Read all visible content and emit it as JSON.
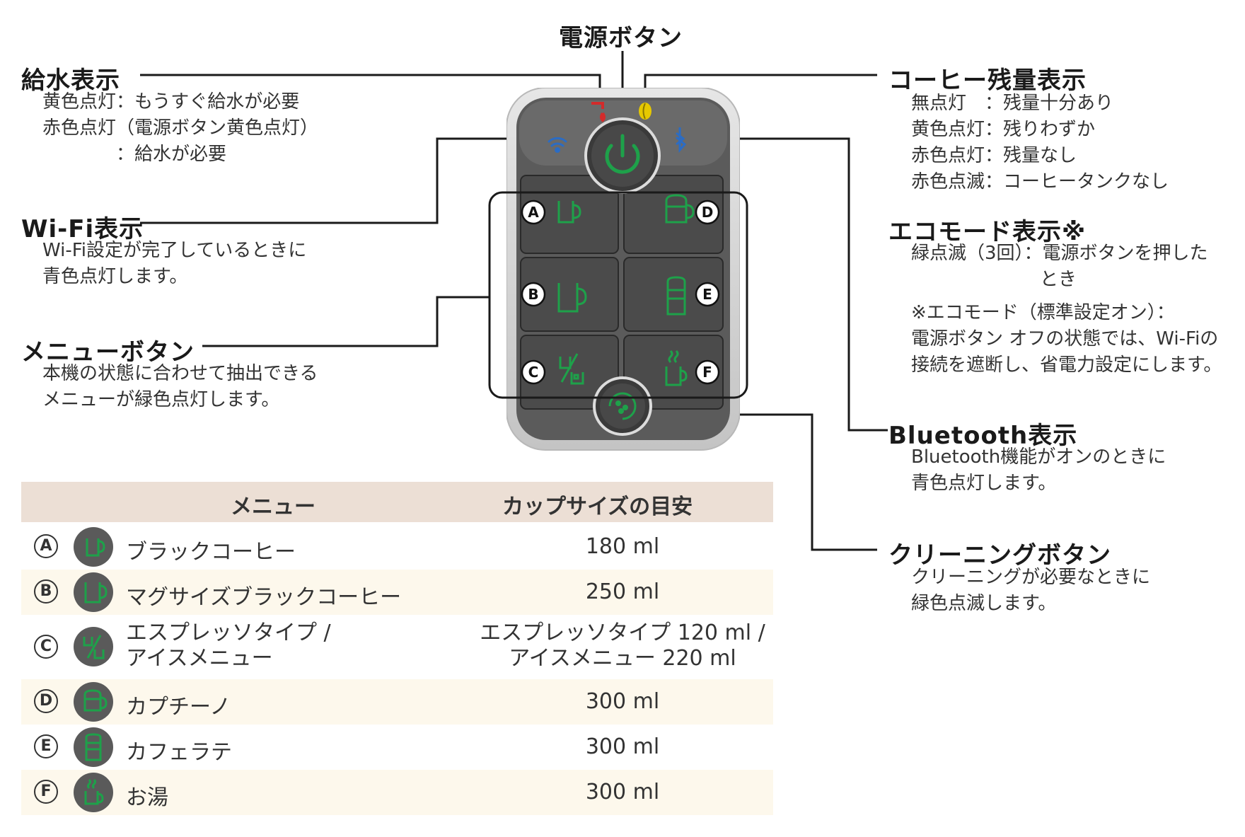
{
  "callouts": {
    "power": {
      "title": "電源ボタン"
    },
    "water": {
      "title": "給水表示",
      "lines": [
        "黄色点灯：もうすぐ給水が必要",
        "赤色点灯（電源ボタン黄色点灯）",
        "　　　　：給水が必要"
      ]
    },
    "wifi": {
      "title": "Wi-Fi表示",
      "lines": [
        "Wi-Fi設定が完了しているときに",
        "青色点灯します。"
      ]
    },
    "menu": {
      "title": "メニューボタン",
      "lines": [
        "本機の状態に合わせて抽出できる",
        "メニューが緑色点灯します。"
      ]
    },
    "coffee": {
      "title": "コーヒー残量表示",
      "lines": [
        "無点灯　：残量十分あり",
        "黄色点灯：残りわずか",
        "赤色点灯：残量なし",
        "赤色点滅：コーヒータンクなし"
      ]
    },
    "eco": {
      "title": "エコモード表示※",
      "lines": [
        "緑点滅（3回）：電源ボタンを押した",
        "　　　　　　　とき"
      ],
      "note": [
        "※エコモード（標準設定オン）：",
        "電源ボタン オフの状態では、Wi-Fiの",
        "接続を遮断し、省電力設定にします。"
      ]
    },
    "bluetooth": {
      "title": "Bluetooth表示",
      "lines": [
        "Bluetooth機能がオンのときに",
        "青色点灯します。"
      ]
    },
    "cleaning": {
      "title": "クリーニングボタン",
      "lines": [
        "クリーニングが必要なときに",
        "緑色点滅します。"
      ]
    }
  },
  "device": {
    "letters": [
      "A",
      "B",
      "C",
      "D",
      "E",
      "F"
    ],
    "colors": {
      "body": "#d4d4d4",
      "panel": "#555555",
      "button": "#4a4a4a",
      "green": "#1ea14a",
      "blue": "#2b6cc4",
      "red": "#d22b2b",
      "yellow": "#e6c800"
    }
  },
  "table": {
    "headers": {
      "menu": "メニュー",
      "size": "カップサイズの目安"
    },
    "rows": [
      {
        "letter": "A",
        "icon": "mug-small-icon",
        "name": "ブラックコーヒー",
        "size": "180 ml"
      },
      {
        "letter": "B",
        "icon": "mug-large-icon",
        "name": "マグサイズブラックコーヒー",
        "size": "250 ml"
      },
      {
        "letter": "C",
        "icon": "espresso-ice-icon",
        "name1": "エスプレッソタイプ /",
        "name2": "アイスメニュー",
        "size1": "エスプレッソタイプ 120 ml /",
        "size2": "アイスメニュー 220 ml"
      },
      {
        "letter": "D",
        "icon": "cappuccino-icon",
        "name": "カプチーノ",
        "size": "300 ml"
      },
      {
        "letter": "E",
        "icon": "latte-icon",
        "name": "カフェラテ",
        "size": "300 ml"
      },
      {
        "letter": "F",
        "icon": "hot-water-icon",
        "name": "お湯",
        "size": "300 ml"
      }
    ]
  }
}
